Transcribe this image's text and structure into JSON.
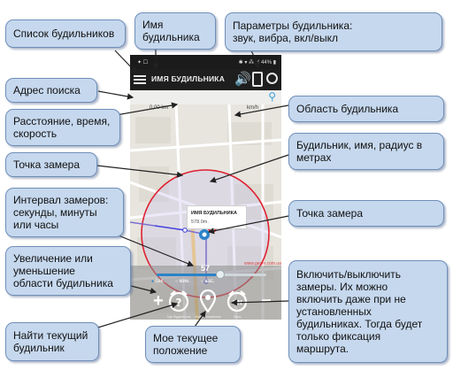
{
  "phone": {
    "status_left": "✦ ☐",
    "status_right": "✱ ▾ ⁂ .ıl 44% ▮",
    "title": "ИМЯ БУДИЛЬНИКА",
    "scale": {
      "start": "0,00 km",
      "unit": "km/h"
    },
    "popup": {
      "name": "ИМЯ БУДИЛЬНИКА",
      "distance": "578.0m."
    },
    "watermark": "www.geoin.com.ua",
    "interval_value": "57",
    "interval_progress": 0.58,
    "units": [
      {
        "label": "сек.",
        "selected": true
      },
      {
        "label": "мин.",
        "selected": false
      },
      {
        "label": "час.",
        "selected": false
      }
    ],
    "buttons": {
      "find": "Где будильник",
      "location": "Мое положение",
      "start": "Пуск"
    },
    "on_icon_text": "ON",
    "icons": {
      "menu": "hamburger-menu-icon",
      "sound": "speaker-icon",
      "params": "phone-settings-icon",
      "gps": "target-icon",
      "search": "magnifier-icon"
    },
    "colors": {
      "zone": "#e02030",
      "route": "#7b6fd0",
      "accent": "#2b83c8",
      "callout_bg": "#c6d8ee"
    }
  },
  "callouts": {
    "alarm_list": "Список будильников",
    "alarm_name": [
      "Имя",
      "будильника"
    ],
    "alarm_params": [
      "Параметры будильника:",
      "звук, вибра, вкл/выкл"
    ],
    "search_address": "Адрес поиска",
    "zone": "Область будильника",
    "distance_time_speed": [
      "Расстояние, время,",
      "скорость"
    ],
    "alarm_marker": [
      "Будильник, имя, радиус в",
      "метрах"
    ],
    "measure_point_left": "Точка замера",
    "interval": [
      "Интервал замеров:",
      "секунды, минуты",
      "или часы"
    ],
    "measure_point_right": "Точка замера",
    "zoom": [
      "Увеличение или",
      "уменьшение",
      "области будильника"
    ],
    "toggle_measurements": [
      "Включить/выключить",
      "замеры. Их можно",
      "включить даже при не",
      "установленных",
      "будильниках. Тогда будет",
      "только фиксация",
      "маршрута."
    ],
    "find_alarm": [
      "Найти текущий",
      "будильник"
    ],
    "my_position": [
      "Мое текущее",
      "положение"
    ]
  }
}
